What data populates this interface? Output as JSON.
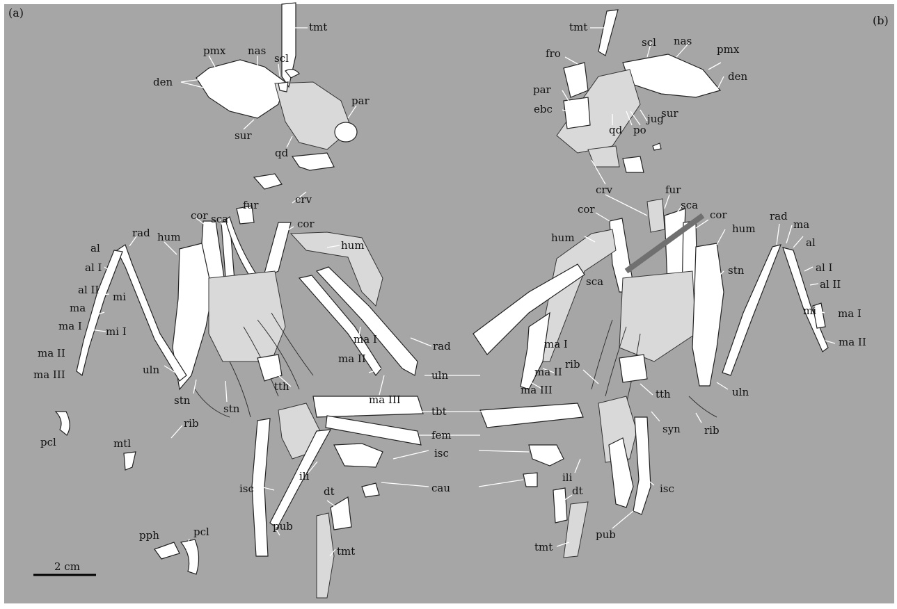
{
  "panels": [
    "(a)",
    "(b)"
  ],
  "scale_bar": "2 cm",
  "colors": {
    "matrix": "#a6a6a6",
    "bone": "#ffffff",
    "bone_impression": "#d9d9d9",
    "outline": "#222222"
  },
  "labels_a": {
    "tmt_top": "tmt",
    "pmx": "pmx",
    "nas": "nas",
    "scl": "scl",
    "den": "den",
    "par": "par",
    "sur": "sur",
    "qd": "qd",
    "crv": "crv",
    "fur": "fur",
    "sca": "sca",
    "cor_l": "cor",
    "cor_r": "cor",
    "rad": "rad",
    "hum_l": "hum",
    "hum_r": "hum",
    "al": "al",
    "al_i": "al I",
    "al_ii": "al II",
    "ma": "ma",
    "mi": "mi",
    "ma_i": "ma I",
    "mi_i": "mi I",
    "ma_ii": "ma II",
    "ma_iii": "ma III",
    "uln": "uln",
    "stn_l": "stn",
    "stn_r": "stn",
    "rib": "rib",
    "tth": "tth",
    "pcl": "pcl",
    "mtl": "mtl",
    "isc": "isc",
    "ili": "ili",
    "dt": "dt",
    "pub": "pub",
    "pph": "pph",
    "pcl_b": "pcl",
    "tmt_bottom": "tmt",
    "rad_wing": "rad",
    "ma_i_wing": "ma I",
    "ma_ii_wing": "ma II",
    "ma_iii_wing": "ma III"
  },
  "labels_center": {
    "uln": "uln",
    "tbt": "tbt",
    "fem": "fem",
    "isc": "isc",
    "cau": "cau"
  },
  "labels_b": {
    "tmt_top": "tmt",
    "scl": "scl",
    "nas": "nas",
    "pmx": "pmx",
    "fro": "fro",
    "den": "den",
    "par": "par",
    "ebc": "ebc",
    "jug": "jug",
    "sur": "sur",
    "qd": "qd",
    "po": "po",
    "crv": "crv",
    "fur": "fur",
    "cor_l": "cor",
    "sca_top": "sca",
    "cor_r": "cor",
    "hum_l": "hum",
    "hum_r": "hum",
    "rad": "rad",
    "ma": "ma",
    "al": "al",
    "al_i": "al I",
    "al_ii": "al II",
    "stn": "stn",
    "sca_mid": "sca",
    "mi": "mi",
    "ma_i": "ma I",
    "ma_ii": "ma II",
    "ma_i_wing": "ma I",
    "ma_ii_wing": "ma II",
    "rib": "rib",
    "ma_iii": "ma III",
    "tth": "tth",
    "uln": "uln",
    "syn": "syn",
    "rib_r": "rib",
    "ili": "ili",
    "dt": "dt",
    "isc": "isc",
    "pub": "pub",
    "tmt_bottom": "tmt"
  }
}
